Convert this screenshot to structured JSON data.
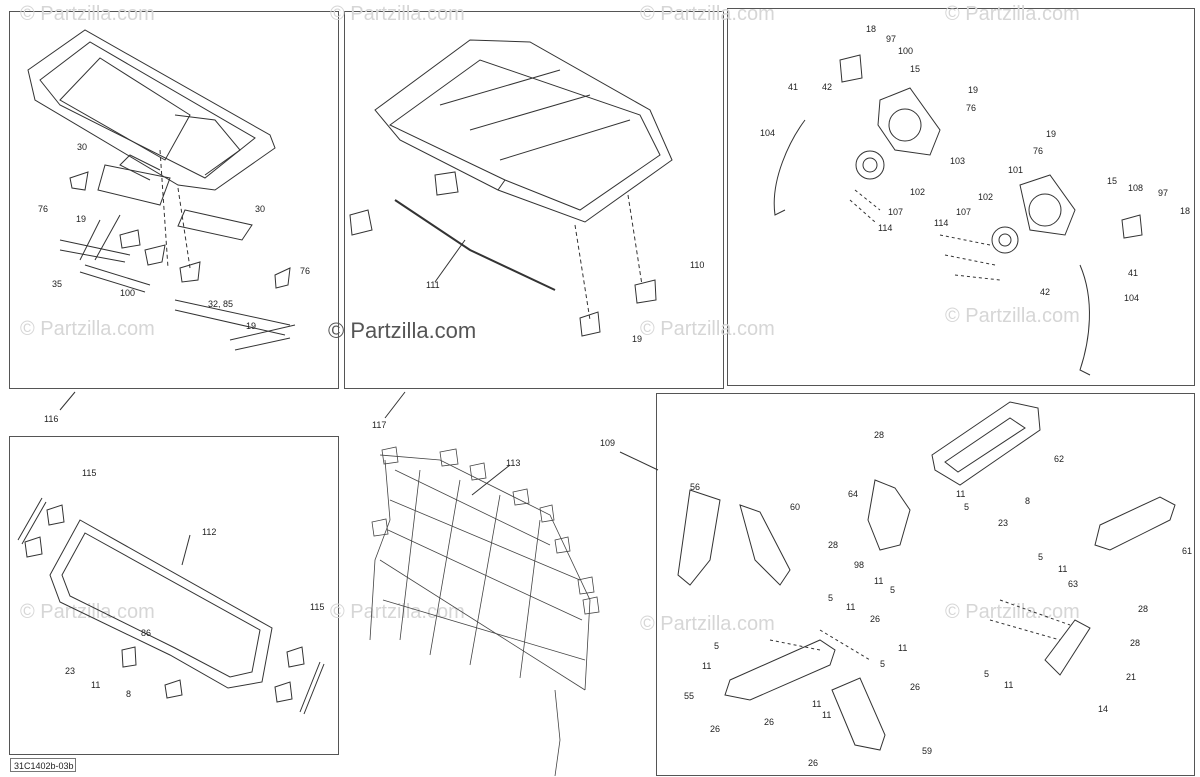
{
  "watermark": {
    "small": "© Partzilla.com",
    "main": "© Partzilla.com"
  },
  "panel_roof_rack": {
    "labels": [
      "30",
      "30",
      "76",
      "19",
      "35",
      "100",
      "32, 85",
      "76",
      "19"
    ],
    "callout": "116"
  },
  "panel_roof_top": {
    "labels": [
      "111",
      "110",
      "19"
    ],
    "callout": "117"
  },
  "panel_speakers": {
    "labels": [
      "18",
      "97",
      "100",
      "15",
      "41",
      "42",
      "19",
      "76",
      "104",
      "103",
      "102",
      "107",
      "114",
      "19",
      "76",
      "15",
      "108",
      "97",
      "18",
      "101",
      "102",
      "107",
      "114",
      "41",
      "42",
      "104"
    ]
  },
  "panel_window": {
    "labels": [
      "115",
      "112",
      "115",
      "86",
      "23",
      "11",
      "8"
    ]
  },
  "panel_net": {
    "labels": [
      "113"
    ],
    "callout": "109"
  },
  "panel_trim": {
    "labels": [
      "28",
      "62",
      "8",
      "56",
      "60",
      "64",
      "11",
      "5",
      "28",
      "98",
      "11",
      "5",
      "23",
      "61",
      "5",
      "11",
      "63",
      "28",
      "28",
      "21",
      "5",
      "11",
      "14",
      "5",
      "11",
      "26",
      "5",
      "11",
      "11",
      "5",
      "55",
      "26",
      "26",
      "11",
      "11",
      "26",
      "26",
      "59"
    ]
  },
  "ref_code": "31C1402b-03b"
}
